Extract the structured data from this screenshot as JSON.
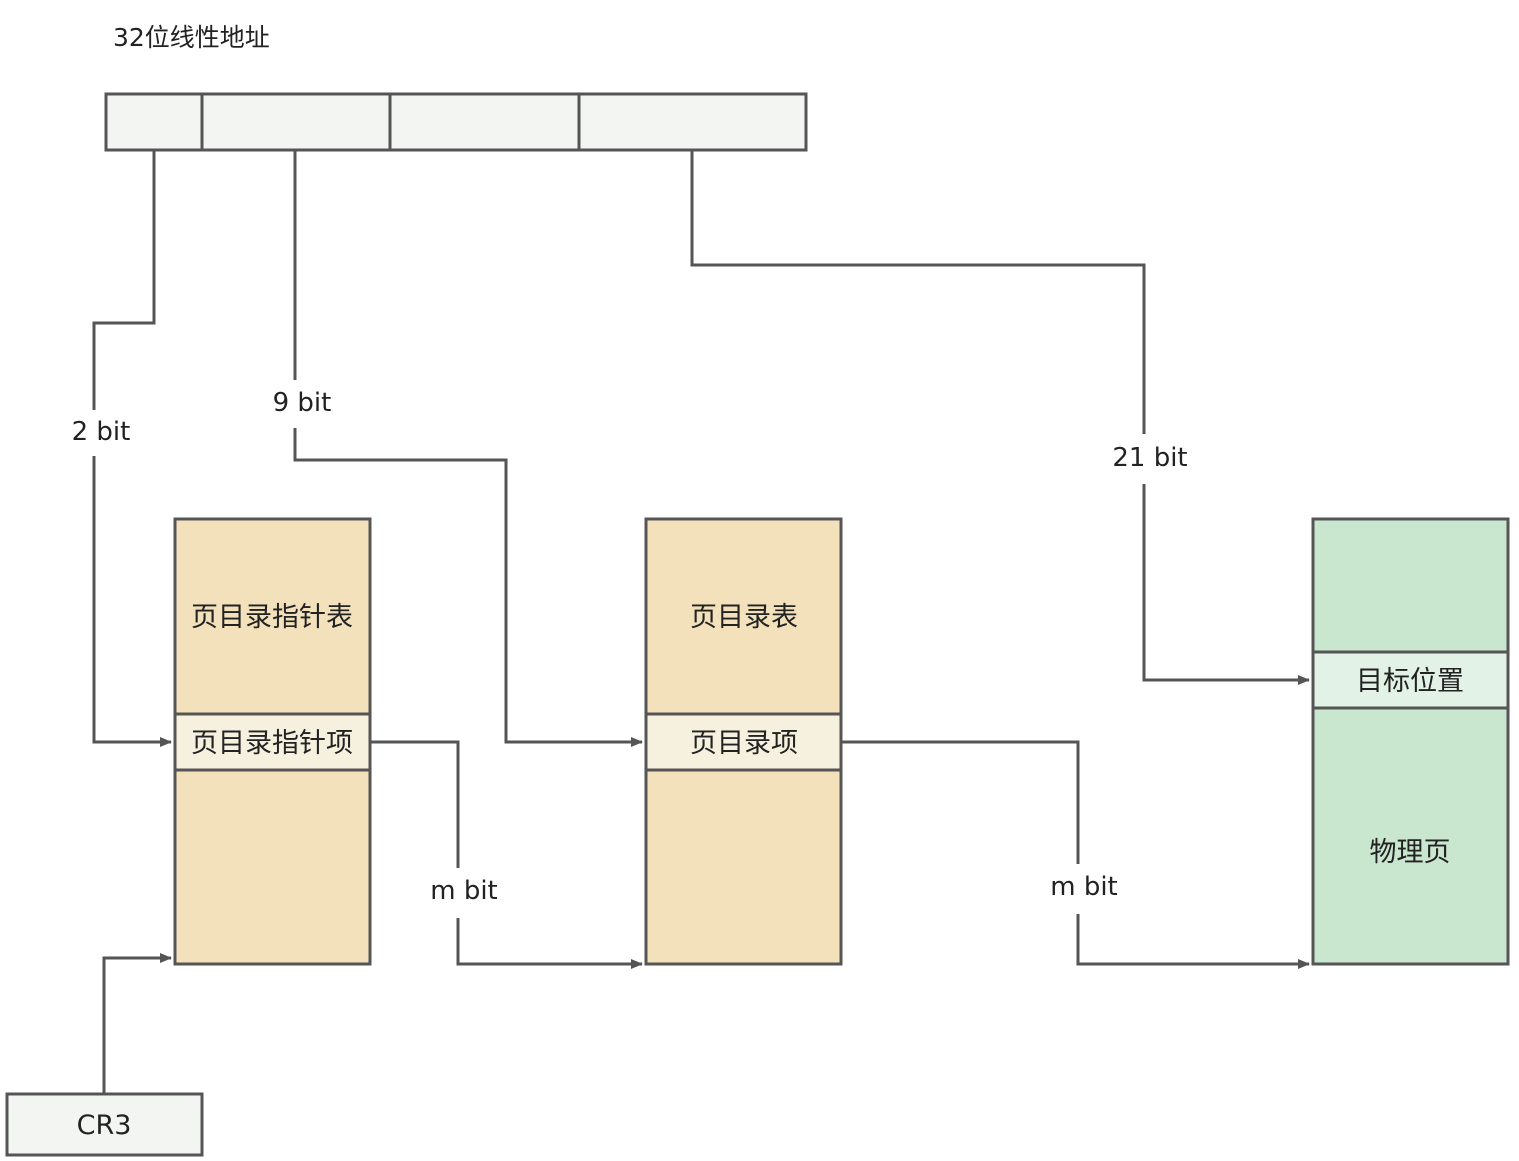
{
  "title": "32位线性地址",
  "address_field_count": 4,
  "edge_labels": {
    "field1": "2 bit",
    "field2": "9 bit",
    "field4": "21 bit",
    "pdpt_to_pd": "m bit",
    "pd_to_page": "m bit"
  },
  "boxes": {
    "pdpt": {
      "title": "页目录指针表",
      "entry": "页目录指针项"
    },
    "pd": {
      "title": "页目录表",
      "entry": "页目录项"
    },
    "page": {
      "target": "目标位置",
      "title": "物理页"
    },
    "cr3": "CR3"
  },
  "colors": {
    "address_fill": "#f3f5f3",
    "table_fill": "#f2e1bb",
    "entry_fill": "#f6f0de",
    "page_fill": "#c9e6cf",
    "target_fill": "#e3f2e6",
    "cr3_fill": "#f3f5f3",
    "line": "#555555",
    "text": "#222222"
  }
}
